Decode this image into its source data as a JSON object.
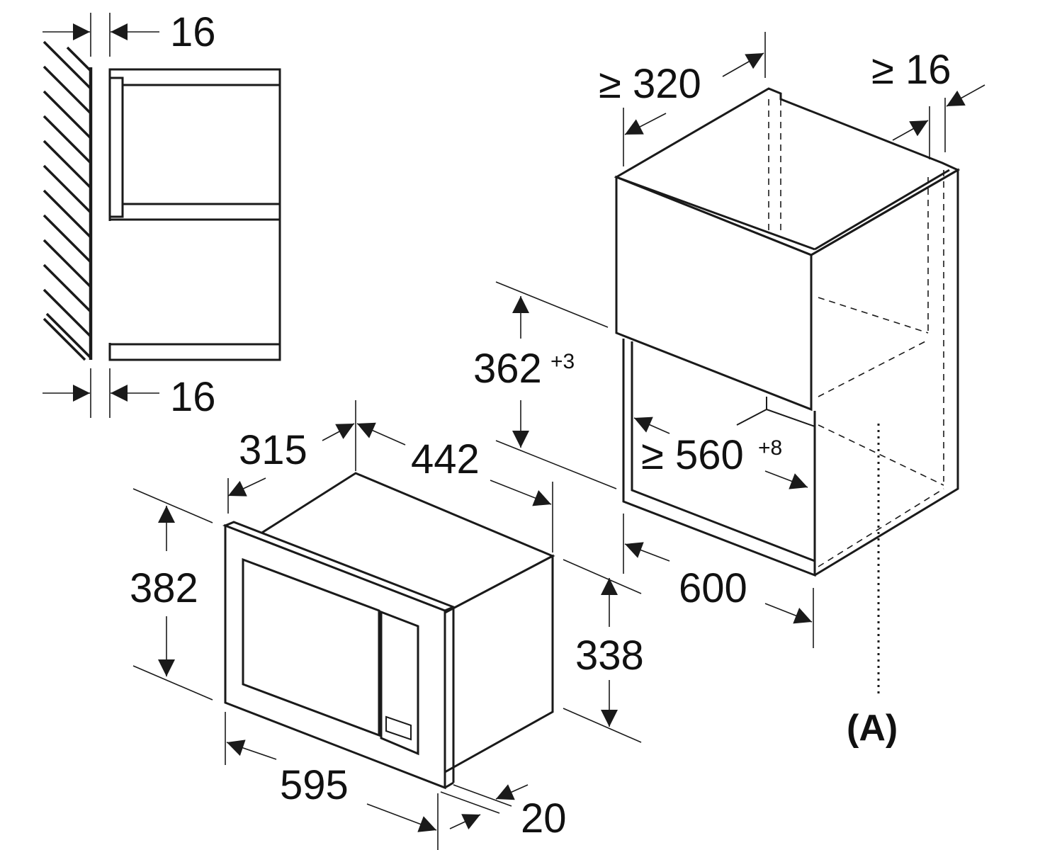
{
  "dimensions": {
    "top_gap": "16",
    "bottom_gap": "16",
    "depth_microwave": "315",
    "width_microwave_body": "442",
    "height_frame": "382",
    "height_body": "338",
    "width_frame": "595",
    "frame_thickness": "20",
    "niche_height": "362",
    "niche_height_tol": "+3",
    "niche_depth_min": "≥ 320",
    "side_gap_min": "≥ 16",
    "niche_width_min": "≥ 560",
    "niche_width_tol": "+8",
    "cabinet_width": "600"
  },
  "callout": {
    "label": "(A)"
  }
}
